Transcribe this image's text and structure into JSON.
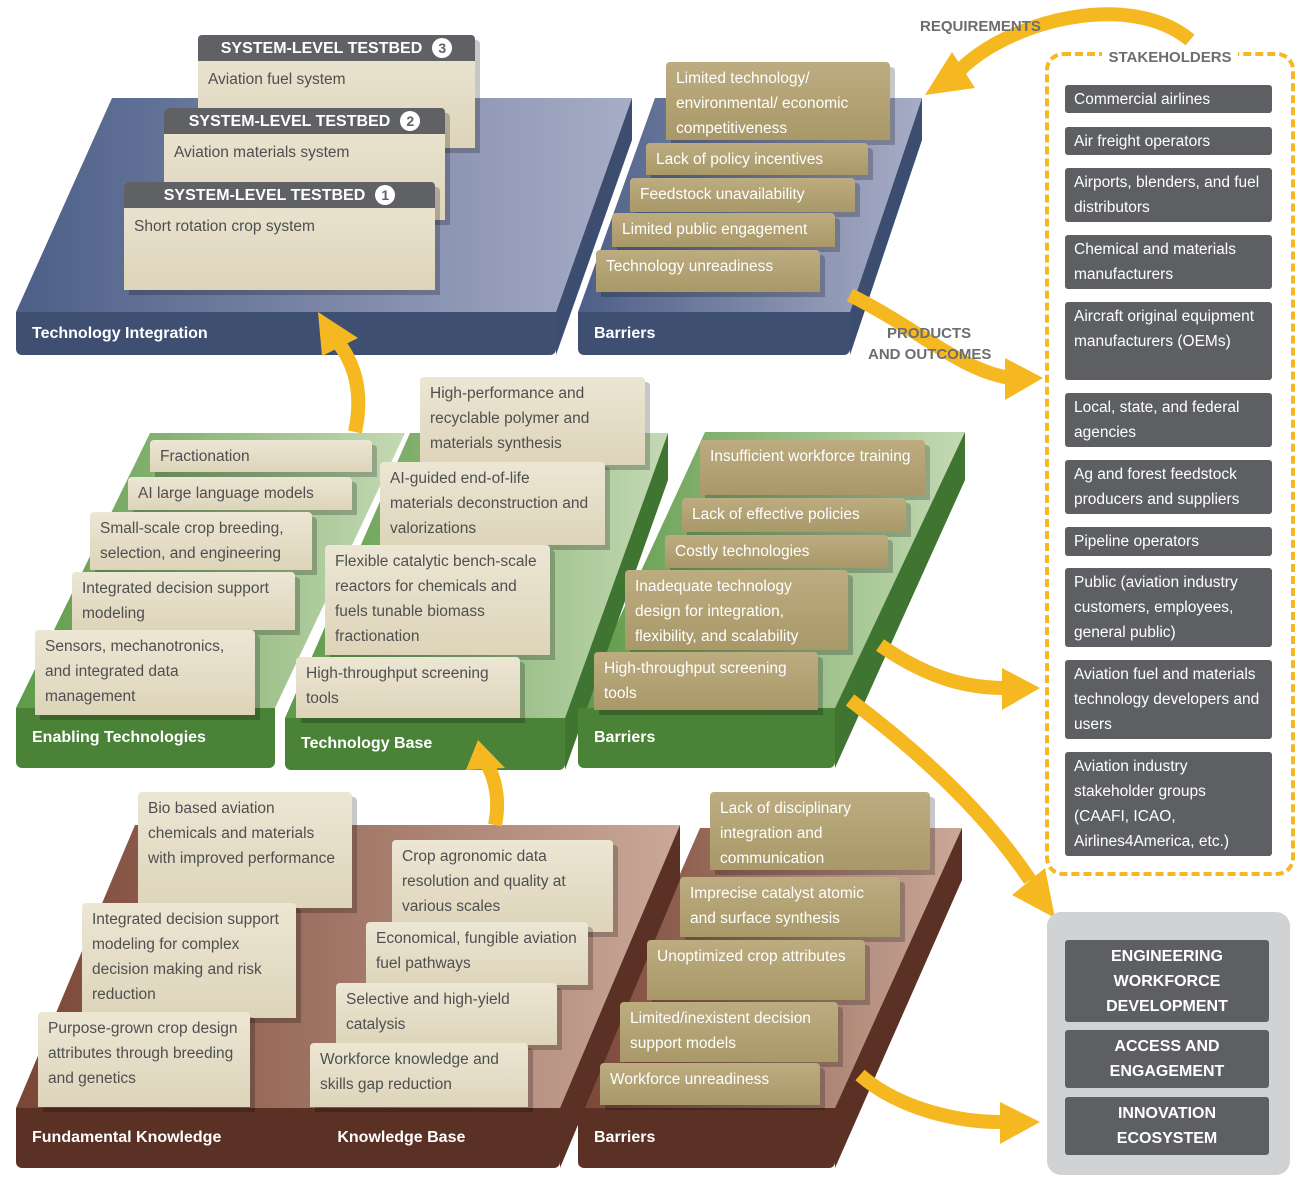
{
  "labels": {
    "requirements": "REQUIREMENTS",
    "products_outcomes_1": "PRODUCTS",
    "products_outcomes_2": "AND OUTCOMES"
  },
  "tiers": {
    "integration": {
      "label": "Technology Integration",
      "barriers_label": "Barriers",
      "testbeds": [
        {
          "title": "SYSTEM-LEVEL TESTBED",
          "number": "3",
          "text": "Aviation fuel system"
        },
        {
          "title": "SYSTEM-LEVEL TESTBED",
          "number": "2",
          "text": "Aviation materials system"
        },
        {
          "title": "SYSTEM-LEVEL TESTBED",
          "number": "1",
          "text": "Short rotation crop system"
        }
      ],
      "barriers": [
        "Limited technology/ environmental/ economic competitiveness",
        "Lack of policy incentives",
        "Feedstock unavailability",
        "Limited public engagement",
        "Technology unreadiness"
      ]
    },
    "enabling": {
      "label": "Enabling Technologies",
      "base_label": "Technology Base",
      "barriers_label": "Barriers",
      "items": [
        "Fractionation",
        "AI large language models",
        "Small-scale crop breeding, selection, and engineering",
        "Integrated decision support modeling",
        "Sensors, mechanotronics, and integrated data management"
      ],
      "base_items": [
        "High-performance and recyclable polymer and materials synthesis",
        "AI-guided end-of-life materials deconstruction and valorizations",
        "Flexible catalytic bench-scale reactors for chemicals and fuels tunable biomass fractionation",
        "High-throughput screening tools"
      ],
      "barriers": [
        "Insufficient workforce training",
        "Lack of effective policies",
        "Costly technologies",
        "Inadequate technology design for integration, flexibility, and scalability",
        "High-throughput screening tools"
      ]
    },
    "fundamental": {
      "label": "Fundamental Knowledge",
      "base_label": "Knowledge Base",
      "barriers_label": "Barriers",
      "items": [
        "Bio based aviation chemicals and materials with improved performance",
        "Integrated decision support modeling for complex decision making and risk reduction",
        "Purpose-grown crop design attributes through breeding and genetics"
      ],
      "base_items": [
        "Crop agronomic data resolution and quality at various scales",
        "Economical, fungible aviation fuel pathways",
        "Selective and high-yield catalysis",
        "Workforce knowledge and skills gap reduction"
      ],
      "barriers": [
        "Lack of disciplinary integration and communication",
        "Imprecise catalyst atomic and surface synthesis",
        "Unoptimized crop attributes",
        "Limited/inexistent decision support models",
        "Workforce unreadiness"
      ]
    }
  },
  "stakeholders": {
    "title": "STAKEHOLDERS",
    "items": [
      "Commercial airlines",
      "Air freight operators",
      "Airports, blenders, and fuel distributors",
      "Chemical and materials manufacturers",
      "Aircraft original equipment manufacturers (OEMs)",
      "Local, state, and federal agencies",
      "Ag and forest feedstock producers and suppliers",
      "Pipeline operators",
      "Public (aviation industry customers, employees, general public)",
      "Aviation fuel and materials technology developers and users",
      "Aviation industry stakeholder groups (CAAFI, ICAO, Airlines4America, etc.)"
    ]
  },
  "ecosystem": [
    "ENGINEERING WORKFORCE DEVELOPMENT",
    "ACCESS AND ENGAGEMENT",
    "INNOVATION ECOSYSTEM"
  ],
  "colors": {
    "blue": "#46597f",
    "green": "#4f8a3c",
    "brown": "#6e3e30",
    "arrow": "#f5b820",
    "tan": "#b09f70"
  }
}
